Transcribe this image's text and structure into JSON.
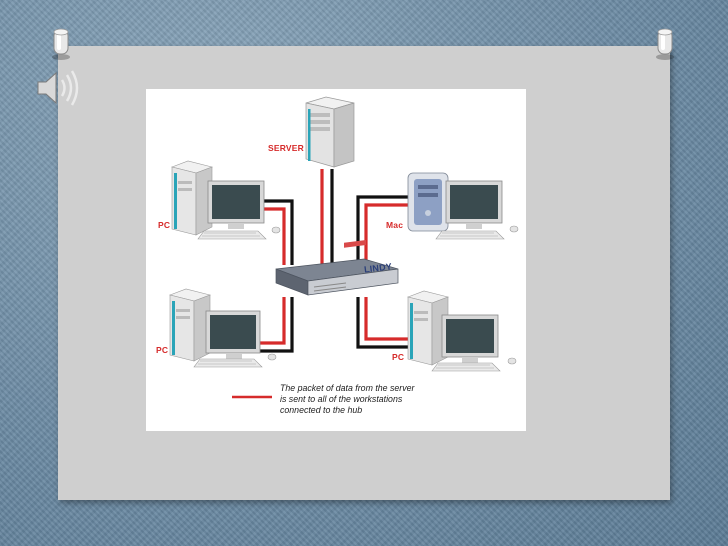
{
  "diagram": {
    "labels": {
      "server": "SERVER",
      "pc_top_left": "PC",
      "mac": "Mac",
      "pc_bottom_left": "PC",
      "pc_bottom_right": "PC",
      "hub_brand": "LINDY"
    },
    "legend": {
      "line1": "The packet of data from the server",
      "line2": "is sent to all of the workstations",
      "line3": "connected to the hub"
    },
    "colors": {
      "packet_line": "#d62b2b",
      "cable": "#111111"
    }
  },
  "icons": [
    "pushpin-icon",
    "speaker-icon"
  ]
}
